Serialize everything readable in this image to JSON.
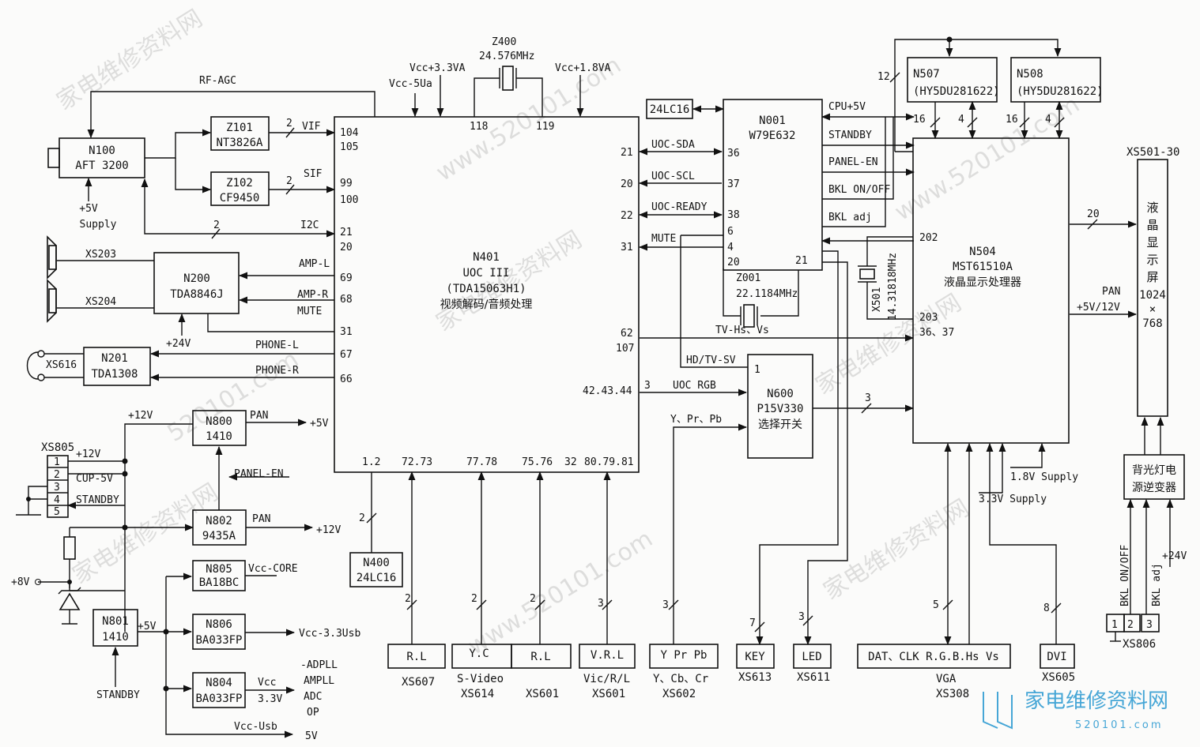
{
  "blocks": {
    "n100": {
      "name": "N100",
      "part": "AFT 3200"
    },
    "z101": {
      "name": "Z101",
      "part": "NT3826A"
    },
    "z102": {
      "name": "Z102",
      "part": "CF9450"
    },
    "n200": {
      "name": "N200",
      "part": "TDA8846J"
    },
    "n201": {
      "name": "N201",
      "part": "TDA1308"
    },
    "n800": {
      "name": "N800",
      "part": "1410"
    },
    "n802": {
      "name": "N802",
      "part": "9435A"
    },
    "n801": {
      "name": "N801",
      "part": "1410"
    },
    "n805": {
      "name": "N805",
      "part": "BA18BC"
    },
    "n806": {
      "name": "N806",
      "part": "BA033FP"
    },
    "n804": {
      "name": "N804",
      "part": "BA033FP"
    },
    "n400": {
      "name": "N400",
      "part": "24LC16"
    },
    "n401": {
      "name": "N401",
      "part": "UOC III",
      "part2": "(TDA15063H1)",
      "desc": "视频解码/音频处理"
    },
    "z400": {
      "name": "Z400",
      "freq": "24.576MHz"
    },
    "n001": {
      "name": "N001",
      "part": "W79E632"
    },
    "eeprom": {
      "name": "24LC16"
    },
    "z001": {
      "name": "Z001",
      "freq": "22.1184MHz"
    },
    "n600": {
      "name": "N600",
      "part": "P15V330",
      "desc": "选择开关"
    },
    "n507": {
      "name": "N507",
      "part": "(HY5DU281622)"
    },
    "n508": {
      "name": "N508",
      "part": "(HY5DU281622)"
    },
    "n504": {
      "name": "N504",
      "part": "MST61510A",
      "desc": "液晶显示处理器"
    },
    "x501": {
      "name": "X501",
      "freq": "14.31818MHz"
    },
    "xs501": {
      "name": "XS501-30",
      "chars": [
        "液",
        "晶",
        "显",
        "示",
        "屏"
      ],
      "res1": "1024",
      "res_x": "×",
      "res2": "768"
    },
    "inverter": {
      "line1": "背光灯电",
      "line2": "源逆变器"
    }
  },
  "pins": {
    "p104": "104",
    "p105": "105",
    "p99": "99",
    "p100": "100",
    "p21": "21",
    "p20": "20",
    "p69": "69",
    "p68": "68",
    "p31": "31",
    "p67": "67",
    "p66": "66",
    "p118": "118",
    "p119": "119",
    "r21": "21",
    "r20": "20",
    "r22": "22",
    "r31": "31",
    "r62": "62",
    "r107": "107",
    "r424344": "42.43.44",
    "b12": "1.2",
    "b7273": "72.73",
    "b7778": "77.78",
    "b7576": "75.76",
    "b32": "32",
    "b808179": "80.79.81",
    "n36": "36",
    "n37": "37",
    "n38": "38",
    "n6": "6",
    "n4": "4",
    "n20": "20",
    "n21": "21",
    "m202": "202",
    "m203": "203",
    "m3637": "36、37",
    "n600_1": "1"
  },
  "signals": {
    "rf_agc": "RF-AGC",
    "vif": "VIF",
    "sif": "SIF",
    "i2c": "I2C",
    "supply5": "+5V",
    "supply": "Supply",
    "amp_l": "AMP-L",
    "amp_r": "AMP-R",
    "mute": "MUTE",
    "plus24": "+24V",
    "phone_l": "PHONE-L",
    "phone_r": "PHONE-R",
    "vcc5ua": "Vcc-5Ua",
    "vcc33va": "Vcc+3.3VA",
    "vcc18va": "Vcc+1.8VA",
    "uoc_sda": "UOC-SDA",
    "uoc_scl": "UOC-SCL",
    "uoc_ready": "UOC-READY",
    "mute2": "MUTE",
    "cpu5v": "CPU+5V",
    "standby": "STANDBY",
    "panel_en": "PANEL-EN",
    "bkl_onoff": "BKL ON/OFF",
    "bkl_adj": "BKL adj",
    "tv_hs_vs": "TV-Hs、Vs",
    "hd_tv_sv": "HD/TV-SV",
    "uoc_rgb": "UOC RGB",
    "y_pr_pb": "Y、Pr、Pb",
    "pan": "PAN",
    "pan_5v_12v": "+5V/12V",
    "s12v_top": "+12V",
    "s12v": "+12V",
    "cup5v": "CUP-5V",
    "standby2": "STANDBY",
    "pan1": "PAN",
    "pan2": "PAN",
    "out5v": "+5V",
    "out12v": "+12V",
    "plus8v": "+8V",
    "plus5v": "+5V",
    "vcc_core": "Vcc-CORE",
    "vcc33usb": "Vcc-3.3Usb",
    "adpll": "-ADPLL",
    "ampll": "AMPLL",
    "adc": "ADC",
    "op": "OP",
    "vcc": "Vcc",
    "v33": "3.3V",
    "vcc_usb": "Vcc-Usb",
    "v5": "5V",
    "standby3": "STANDBY",
    "supply18": "1.8V Supply",
    "supply33": "3.3V Supply",
    "bkl_onoff2": "BKL ON/OFF",
    "bkl_adj2": "BKL adj",
    "plus24b": "+24V"
  },
  "bus_counts": {
    "c2a": "2",
    "c2b": "2",
    "c2c": "2",
    "c12": "12",
    "c16a": "16",
    "c4a": "4",
    "c16b": "16",
    "c4b": "4",
    "c20": "20",
    "c3a": "3",
    "c3b": "3",
    "c2d": "2",
    "c2e": "2",
    "c2f": "2",
    "c2g": "2",
    "c3c": "3",
    "c3d": "3",
    "c7": "7",
    "c3e": "3",
    "c5": "5",
    "c8": "8"
  },
  "connectors": {
    "xs203": "XS203",
    "xs204": "XS204",
    "xs616": "XS616",
    "xs805": "XS805",
    "xs805_pins": [
      "1",
      "2",
      "3",
      "4",
      "5"
    ],
    "xs607_box": "R.L",
    "xs607": "XS607",
    "xs614_box": "Y.C",
    "xs614_label1": "S-Video",
    "xs614": "XS614",
    "xs601a_box": "R.L",
    "xs601a": "XS601",
    "xs601b_box": "V.R.L",
    "xs601b_label1": "Vic/R/L",
    "xs601b": "XS601",
    "xs602_box": "Y Pr  Pb",
    "xs602_label1": "Y、Cb、Cr",
    "xs602": "XS602",
    "xs613_box": "KEY",
    "xs613": "XS613",
    "xs611_box": "LED",
    "xs611": "XS611",
    "xs308_box": "DAT、CLK  R.G.B.Hs Vs",
    "xs308_label1": "VGA",
    "xs308": "XS308",
    "xs605_box": "DVI",
    "xs605": "XS605",
    "xs806_pins": [
      "1",
      "2",
      "3"
    ],
    "xs806": "XS806"
  },
  "watermark": {
    "cn": "家电维修资料网",
    "url": "www.520101.com",
    "url_short": "520101.com"
  },
  "logo": {
    "cn": "家电维修资料网",
    "url": "520101.com"
  },
  "colors": {
    "ink": "#111111",
    "watermark": "#b9b9b9",
    "logo": "#46a6d6"
  }
}
